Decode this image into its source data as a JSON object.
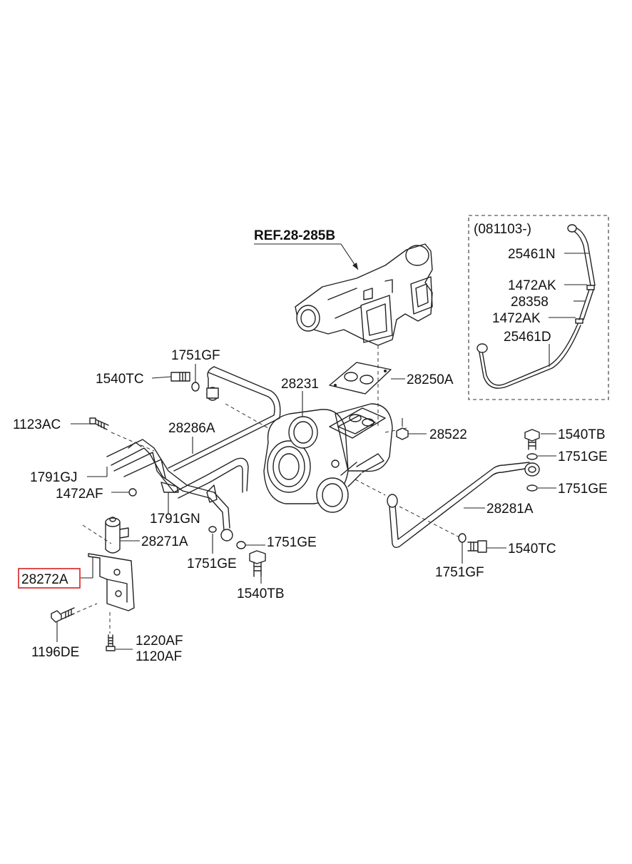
{
  "reference": "REF.28-285B",
  "inset": {
    "title": "(081103-)",
    "parts": [
      "25461N",
      "1472AK",
      "28358",
      "1472AK",
      "25461D"
    ]
  },
  "highlighted_part": "28272A",
  "parts": {
    "p1751GF_top": "1751GF",
    "p1540TC_left": "1540TC",
    "p28231": "28231",
    "p28250A": "28250A",
    "p1123AC": "1123AC",
    "p28286A": "28286A",
    "p28522": "28522",
    "p1540TB_right": "1540TB",
    "p1751GE_right1": "1751GE",
    "p1751GE_right2": "1751GE",
    "p1791GJ": "1791GJ",
    "p1472AF": "1472AF",
    "p28281A": "28281A",
    "p1791GN": "1791GN",
    "p28271A": "28271A",
    "p1751GE_mid": "1751GE",
    "p1540TC_right": "1540TC",
    "p1751GE_low": "1751GE",
    "p1751GF_low": "1751GF",
    "p28272A": "28272A",
    "p1540TB_low": "1540TB",
    "p1196DE": "1196DE",
    "p1220AF": "1220AF",
    "p1120AF": "1120AF"
  }
}
